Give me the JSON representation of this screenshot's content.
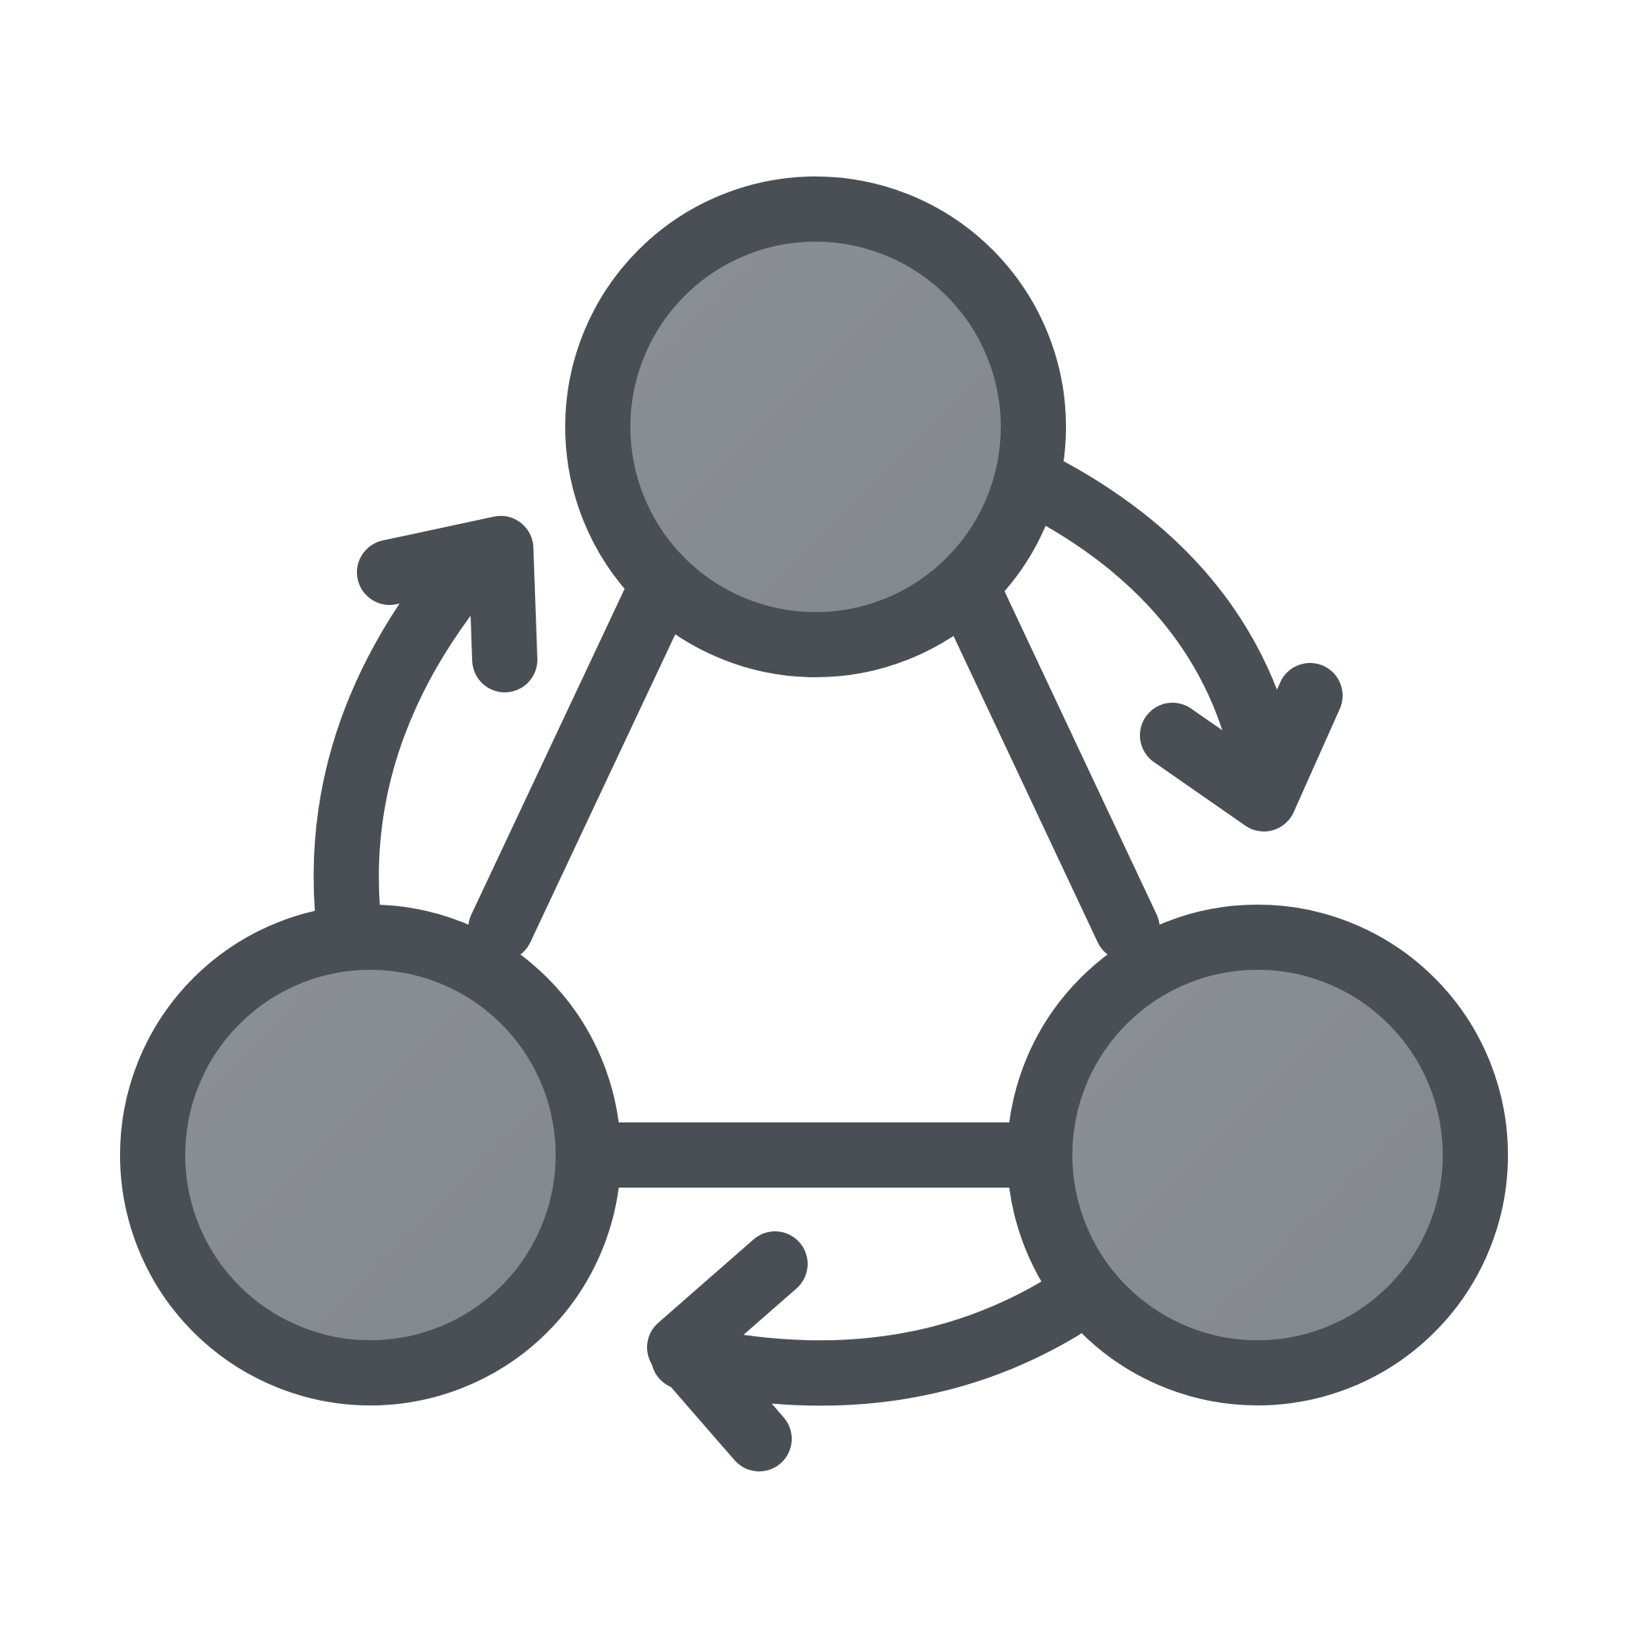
{
  "icon": {
    "name": "cycle-network-icon",
    "nodes": [
      {
        "id": "top-node"
      },
      {
        "id": "bottom-left-node"
      },
      {
        "id": "bottom-right-node"
      }
    ],
    "edges": [
      {
        "from": "top-node",
        "to": "bottom-left-node"
      },
      {
        "from": "top-node",
        "to": "bottom-right-node"
      },
      {
        "from": "bottom-left-node",
        "to": "bottom-right-node"
      }
    ],
    "flow_arrows": [
      {
        "from": "top-node",
        "to": "bottom-right-node",
        "direction": "clockwise"
      },
      {
        "from": "bottom-right-node",
        "to": "bottom-left-node",
        "direction": "clockwise"
      },
      {
        "from": "bottom-left-node",
        "to": "top-node",
        "direction": "clockwise"
      }
    ]
  },
  "colors": {
    "stroke": "#4a4f55",
    "fill_light": "#8c9196",
    "fill_dark": "#82878d",
    "background": "#ffffff"
  }
}
